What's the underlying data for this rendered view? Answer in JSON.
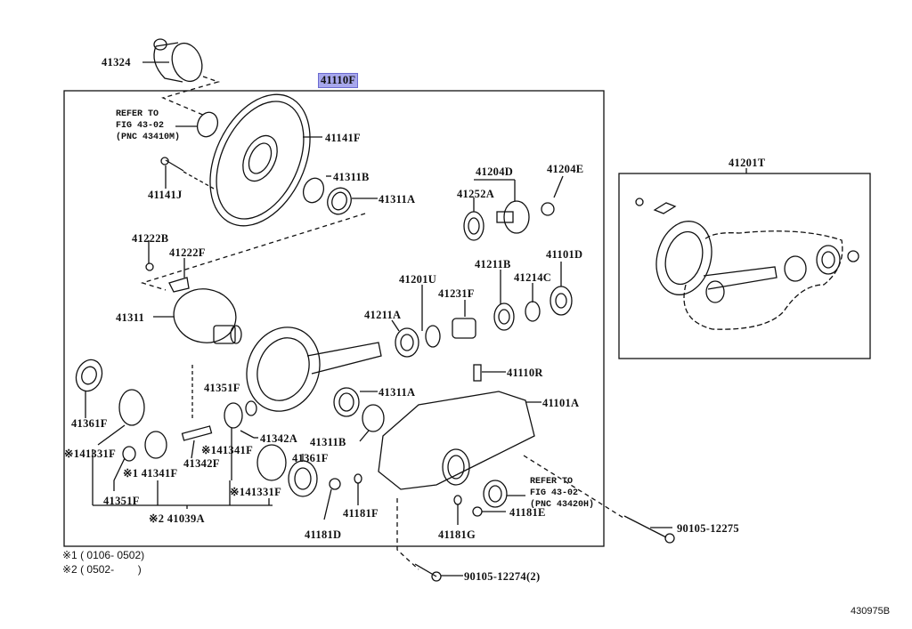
{
  "diagram": {
    "title_part": "41110F",
    "figure_id": "430975B",
    "kit_part": "41201T",
    "labels": {
      "p41324": "41324",
      "p41110F": "41110F",
      "p41141F": "41141F",
      "p41141J": "41141J",
      "p41311B_top": "41311B",
      "p41311A_top": "41311A",
      "p41204D": "41204D",
      "p41204E": "41204E",
      "p41252A": "41252A",
      "p41222B": "41222B",
      "p41222F": "41222F",
      "p41201U": "41201U",
      "p41211B": "41211B",
      "p41214C": "41214C",
      "p41101D": "41101D",
      "p41231F": "41231F",
      "p41211A": "41211A",
      "p41311": "41311",
      "p41110R": "41110R",
      "p41351F_mid": "41351F",
      "p41311A_mid": "41311A",
      "p41101A": "41101A",
      "p41361F_left": "41361F",
      "p41342A": "41342A",
      "p41311B_mid": "41311B",
      "p41331F_left": "※141331F",
      "p41341F_right": "※141341F",
      "p41342F": "41342F",
      "p41361F_right": "41361F",
      "p41341F_left": "※1 41341F",
      "p41331F_right": "※141331F",
      "p41351F_low": "41351F",
      "p41039A": "※2 41039A",
      "p41181F": "41181F",
      "p41181D": "41181D",
      "p41181G": "41181G",
      "p41181E": "41181E",
      "p90105_12275": "90105-12275",
      "p90105_12274": "90105-12274(2)"
    },
    "refer_notes": {
      "top": "REFER TO\nFIG 43-02\n(PNC 43410M)",
      "bottom": "REFER TO\nFIG 43-02\n(PNC 43420H)"
    },
    "legend": {
      "line1": "※1 ( 0106- 0502)",
      "line2": "※2 ( 0502-        )"
    }
  }
}
